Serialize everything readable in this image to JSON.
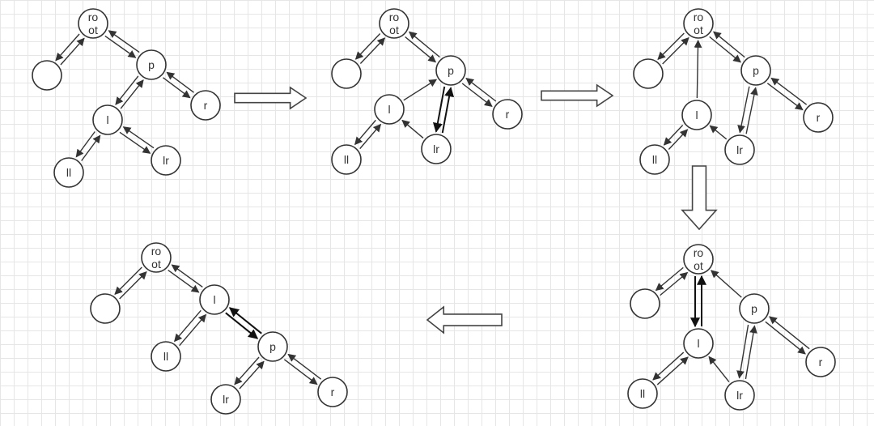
{
  "labels": {
    "root": "ro\not",
    "p": "p",
    "l": "l",
    "r": "r",
    "ll": "ll",
    "lr": "lr"
  },
  "colors": {
    "line": "#333333",
    "grid": "#e6e6e6",
    "background": "#ffffff"
  },
  "diagrams": [
    {
      "id": "step-1",
      "nodes": [
        "root",
        "blank",
        "p",
        "r",
        "l",
        "ll",
        "lr"
      ],
      "edges": [
        {
          "from": "root",
          "to": "blank",
          "style": "pair"
        },
        {
          "from": "root",
          "to": "p",
          "style": "pair"
        },
        {
          "from": "p",
          "to": "r",
          "style": "pair"
        },
        {
          "from": "p",
          "to": "l",
          "style": "pair"
        },
        {
          "from": "l",
          "to": "ll",
          "style": "pair"
        },
        {
          "from": "l",
          "to": "lr",
          "style": "pair"
        }
      ]
    },
    {
      "id": "step-2",
      "nodes": [
        "root",
        "blank",
        "p",
        "r",
        "l",
        "ll",
        "lr"
      ],
      "edges": [
        {
          "from": "root",
          "to": "blank",
          "style": "pair"
        },
        {
          "from": "root",
          "to": "p",
          "style": "pair"
        },
        {
          "from": "p",
          "to": "r",
          "style": "pair"
        },
        {
          "from": "l",
          "to": "ll",
          "style": "pair"
        },
        {
          "from": "lr",
          "to": "l",
          "style": "single"
        },
        {
          "from": "l",
          "to": "p",
          "style": "single"
        },
        {
          "from": "lr",
          "to": "p",
          "style": "bold-pair"
        }
      ]
    },
    {
      "id": "step-3",
      "nodes": [
        "root",
        "blank",
        "p",
        "r",
        "l",
        "ll",
        "lr"
      ],
      "edges": [
        {
          "from": "root",
          "to": "blank",
          "style": "pair"
        },
        {
          "from": "root",
          "to": "p",
          "style": "pair"
        },
        {
          "from": "p",
          "to": "r",
          "style": "pair"
        },
        {
          "from": "l",
          "to": "ll",
          "style": "pair"
        },
        {
          "from": "lr",
          "to": "l",
          "style": "single"
        },
        {
          "from": "l",
          "to": "root",
          "style": "single"
        },
        {
          "from": "lr",
          "to": "p",
          "style": "pair"
        }
      ]
    },
    {
      "id": "step-4",
      "nodes": [
        "root",
        "blank",
        "p",
        "r",
        "l",
        "ll",
        "lr"
      ],
      "edges": [
        {
          "from": "root",
          "to": "blank",
          "style": "pair"
        },
        {
          "from": "p",
          "to": "root",
          "style": "single"
        },
        {
          "from": "p",
          "to": "r",
          "style": "pair"
        },
        {
          "from": "l",
          "to": "ll",
          "style": "pair"
        },
        {
          "from": "lr",
          "to": "l",
          "style": "single"
        },
        {
          "from": "root",
          "to": "l",
          "style": "bold-pair"
        },
        {
          "from": "lr",
          "to": "p",
          "style": "pair"
        }
      ]
    },
    {
      "id": "step-5",
      "nodes": [
        "root",
        "blank",
        "l",
        "ll",
        "p",
        "lr",
        "r"
      ],
      "edges": [
        {
          "from": "root",
          "to": "blank",
          "style": "pair"
        },
        {
          "from": "root",
          "to": "l",
          "style": "pair"
        },
        {
          "from": "l",
          "to": "ll",
          "style": "pair"
        },
        {
          "from": "l",
          "to": "p",
          "style": "bold-pair"
        },
        {
          "from": "p",
          "to": "lr",
          "style": "pair"
        },
        {
          "from": "p",
          "to": "r",
          "style": "pair"
        }
      ]
    }
  ],
  "flow": [
    {
      "direction": "right"
    },
    {
      "direction": "right"
    },
    {
      "direction": "down"
    },
    {
      "direction": "left"
    }
  ]
}
